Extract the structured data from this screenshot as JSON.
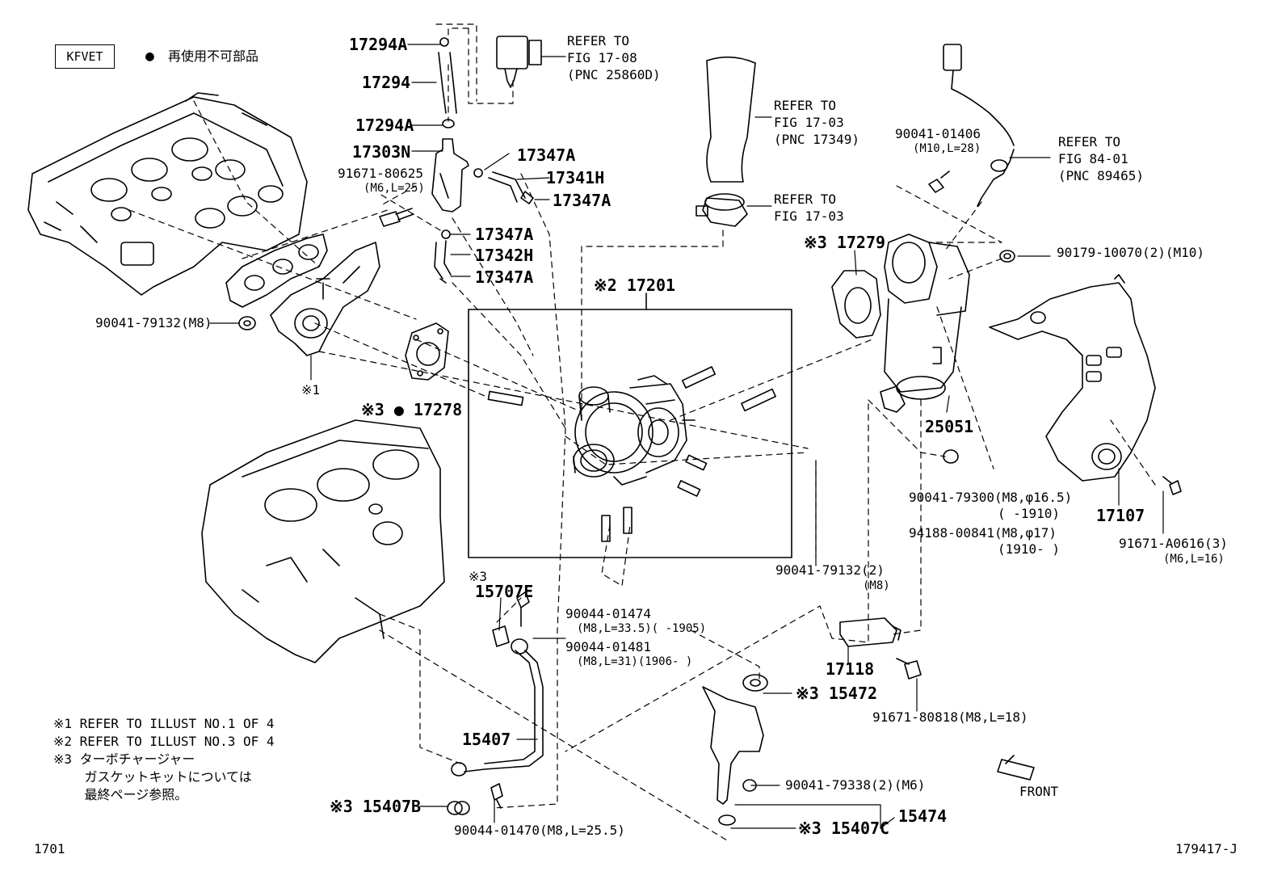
{
  "header": {
    "badge": "KFVET",
    "legend_dot": "●",
    "legend_text": "再使用不可部品"
  },
  "labels": {
    "p17294a_top": "17294A",
    "p17294": "17294",
    "p17294a_bot": "17294A",
    "p17303n": "17303N",
    "p91671_80625": "91671-80625",
    "p91671_80625_spec": "(M6,L=25)",
    "p17347a_1": "17347A",
    "p17341h": "17341H",
    "p17347a_2": "17347A",
    "p17347a_3": "17347A",
    "p17342h": "17342H",
    "p17347a_4": "17347A",
    "ref_fig_17_08": "REFER TO\nFIG 17-08\n(PNC 25860D)",
    "ref_fig_17_03a": "REFER TO\nFIG 17-03\n(PNC 17349)",
    "ref_fig_17_03b": "REFER TO\nFIG 17-03",
    "ref_fig_84_01": "REFER TO\nFIG 84-01\n(PNC 89465)",
    "p90041_01406": "90041-01406",
    "p90041_01406_spec": "(M10,L=28)",
    "p17279": "※3 17279",
    "p90179_10070": "90179-10070(2)(M10)",
    "p17201": "※2 17201",
    "p90041_79132": "90041-79132(M8)",
    "note_x1": "※1",
    "p17278": "※3 ● 17278",
    "p25051": "25051",
    "p90041_79300": "90041-79300(M8,φ16.5)",
    "p90041_79300_range": "(     -1910)",
    "p94188_00841": "94188-00841(M8,φ17)",
    "p94188_00841_range": "(1910-     )",
    "p17107": "17107",
    "p91671_a0616": "91671-A0616(3)",
    "p91671_a0616_spec": "(M6,L=16)",
    "p90041_79132_2": "90041-79132(2)",
    "p90041_79132_2_spec": "(M8)",
    "p15707e_ref": "※3",
    "p15707e": "15707E",
    "p90044_01474": "90044-01474",
    "p90044_01474_spec": "(M8,L=33.5)(     -1905)",
    "p90044_01481": "90044-01481",
    "p90044_01481_spec": "(M8,L=31)(1906-     )",
    "p17118": "17118",
    "p91671_80818": "91671-80818(M8,L=18)",
    "p15472": "※3 15472",
    "p15407": "15407",
    "p90041_79338": "90041-79338(2)(M6)",
    "p15407b": "※3 15407B",
    "p90044_01470": "90044-01470(M8,L=25.5)",
    "p15407c": "※3 15407C",
    "p15474": "15474",
    "front": "FRONT",
    "page_code": "1701",
    "illust_code": "179417-J"
  },
  "notes": "※1 REFER TO ILLUST NO.1 OF 4\n※2 REFER TO ILLUST NO.3 OF 4\n※3 ターボチャージャー\n    ガスケットキットについては\n    最終ページ参照。"
}
